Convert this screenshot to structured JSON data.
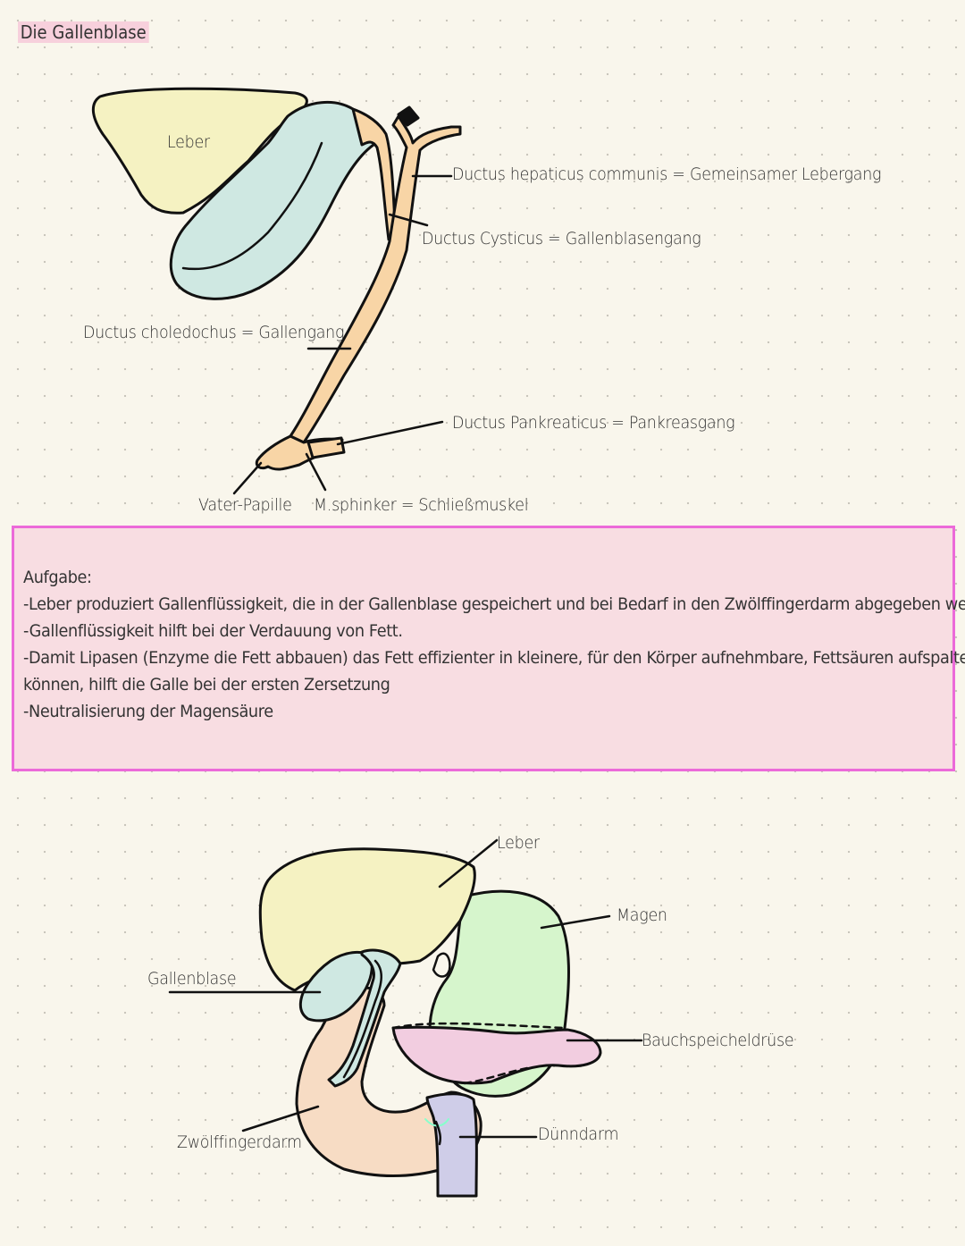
{
  "title": "Die Gallenblase",
  "diagram1": {
    "labels": {
      "leber": "Leber",
      "hepaticus": "Ductus hepaticus communis = Gemeinsamer Lebergang",
      "cysticus": "Ductus Cysticus = Gallenblasengang",
      "choledochus": "Ductus choledochus = Gallengang",
      "pankreaticus": "Ductus Pankreaticus = Pankreasgang",
      "papille": "Vater-Papille",
      "sphinkter": "M.sphinker = Schließmuskel"
    }
  },
  "task": {
    "heading": "Aufgabe:",
    "lines": [
      "-Leber produziert Gallenflüssigkeit, die in der Gallenblase gespeichert und bei Bedarf in den Zwölffingerdarm abgegeben werden",
      "-Gallenflüssigkeit hilft bei der Verdauung von Fett.",
      "-Damit Lipasen (Enzyme die Fett abbauen) das Fett effizienter in kleinere, für den Körper aufnehmbare, Fettsäuren aufspalten",
      "können, hilft die Galle bei der ersten Zersetzung",
      "-Neutralisierung der Magensäure"
    ]
  },
  "diagram2": {
    "labels": {
      "leber": "Leber",
      "magen": "Magen",
      "gallenblase": "Gallenblase",
      "bauchspeicheldruese": "Bauchspeicheldrüse",
      "duenndarm": "Dünndarm",
      "zwoelffingerdarm": "Zwölffingerdarm"
    }
  },
  "colors": {
    "liver": "#f5f2c2",
    "gallbladder": "#cfe8e2",
    "duct": "#f8d5a6",
    "stomach": "#d6f5cc",
    "pancreas": "#f2cde0",
    "duodenum": "#f7dcc4",
    "small_intestine": "#cfcde8",
    "box_border": "#ec6ad9",
    "box_fill": "#f8dde2",
    "title_highlight": "#f7d0dc"
  }
}
